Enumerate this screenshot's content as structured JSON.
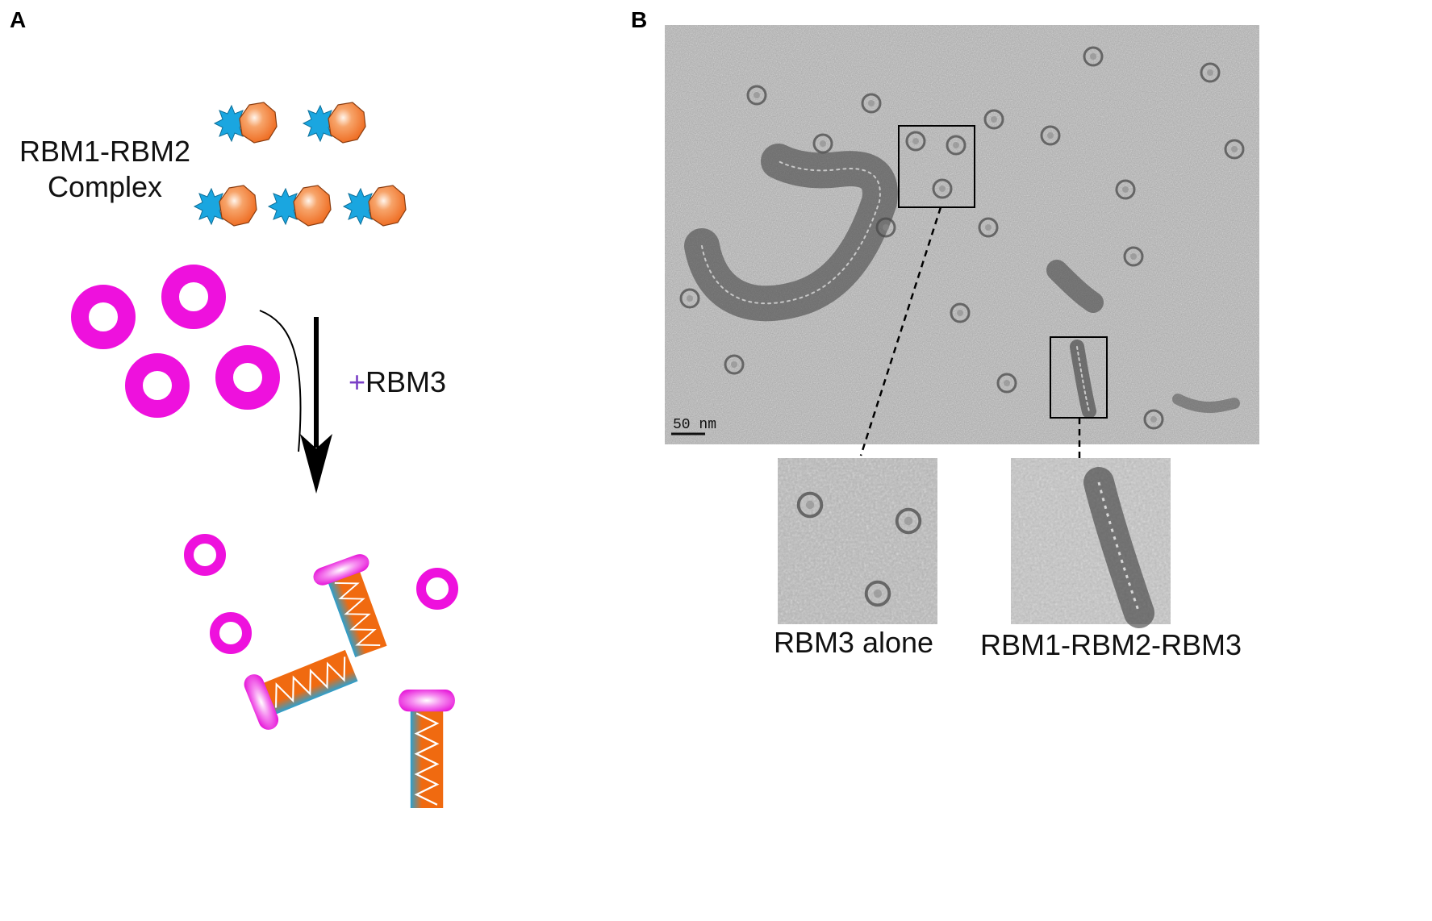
{
  "panels": {
    "a": {
      "letter": "A",
      "complex_line1": "RBM1-RBM2",
      "complex_line2": "Complex",
      "plus": "+",
      "reagent": "RBM3"
    },
    "b": {
      "letter": "B",
      "scale_bar": "50 nm",
      "inset_left": "RBM3 alone",
      "inset_right": "RBM1-RBM2-RBM3"
    }
  },
  "colors": {
    "ring": "#ee11dd",
    "star": "#1aa6e0",
    "hexagon": "#f07a33",
    "stalk_orange": "#f06a10",
    "stalk_blue": "#2aa0d0",
    "plus_sign": "#7a3fc6"
  }
}
